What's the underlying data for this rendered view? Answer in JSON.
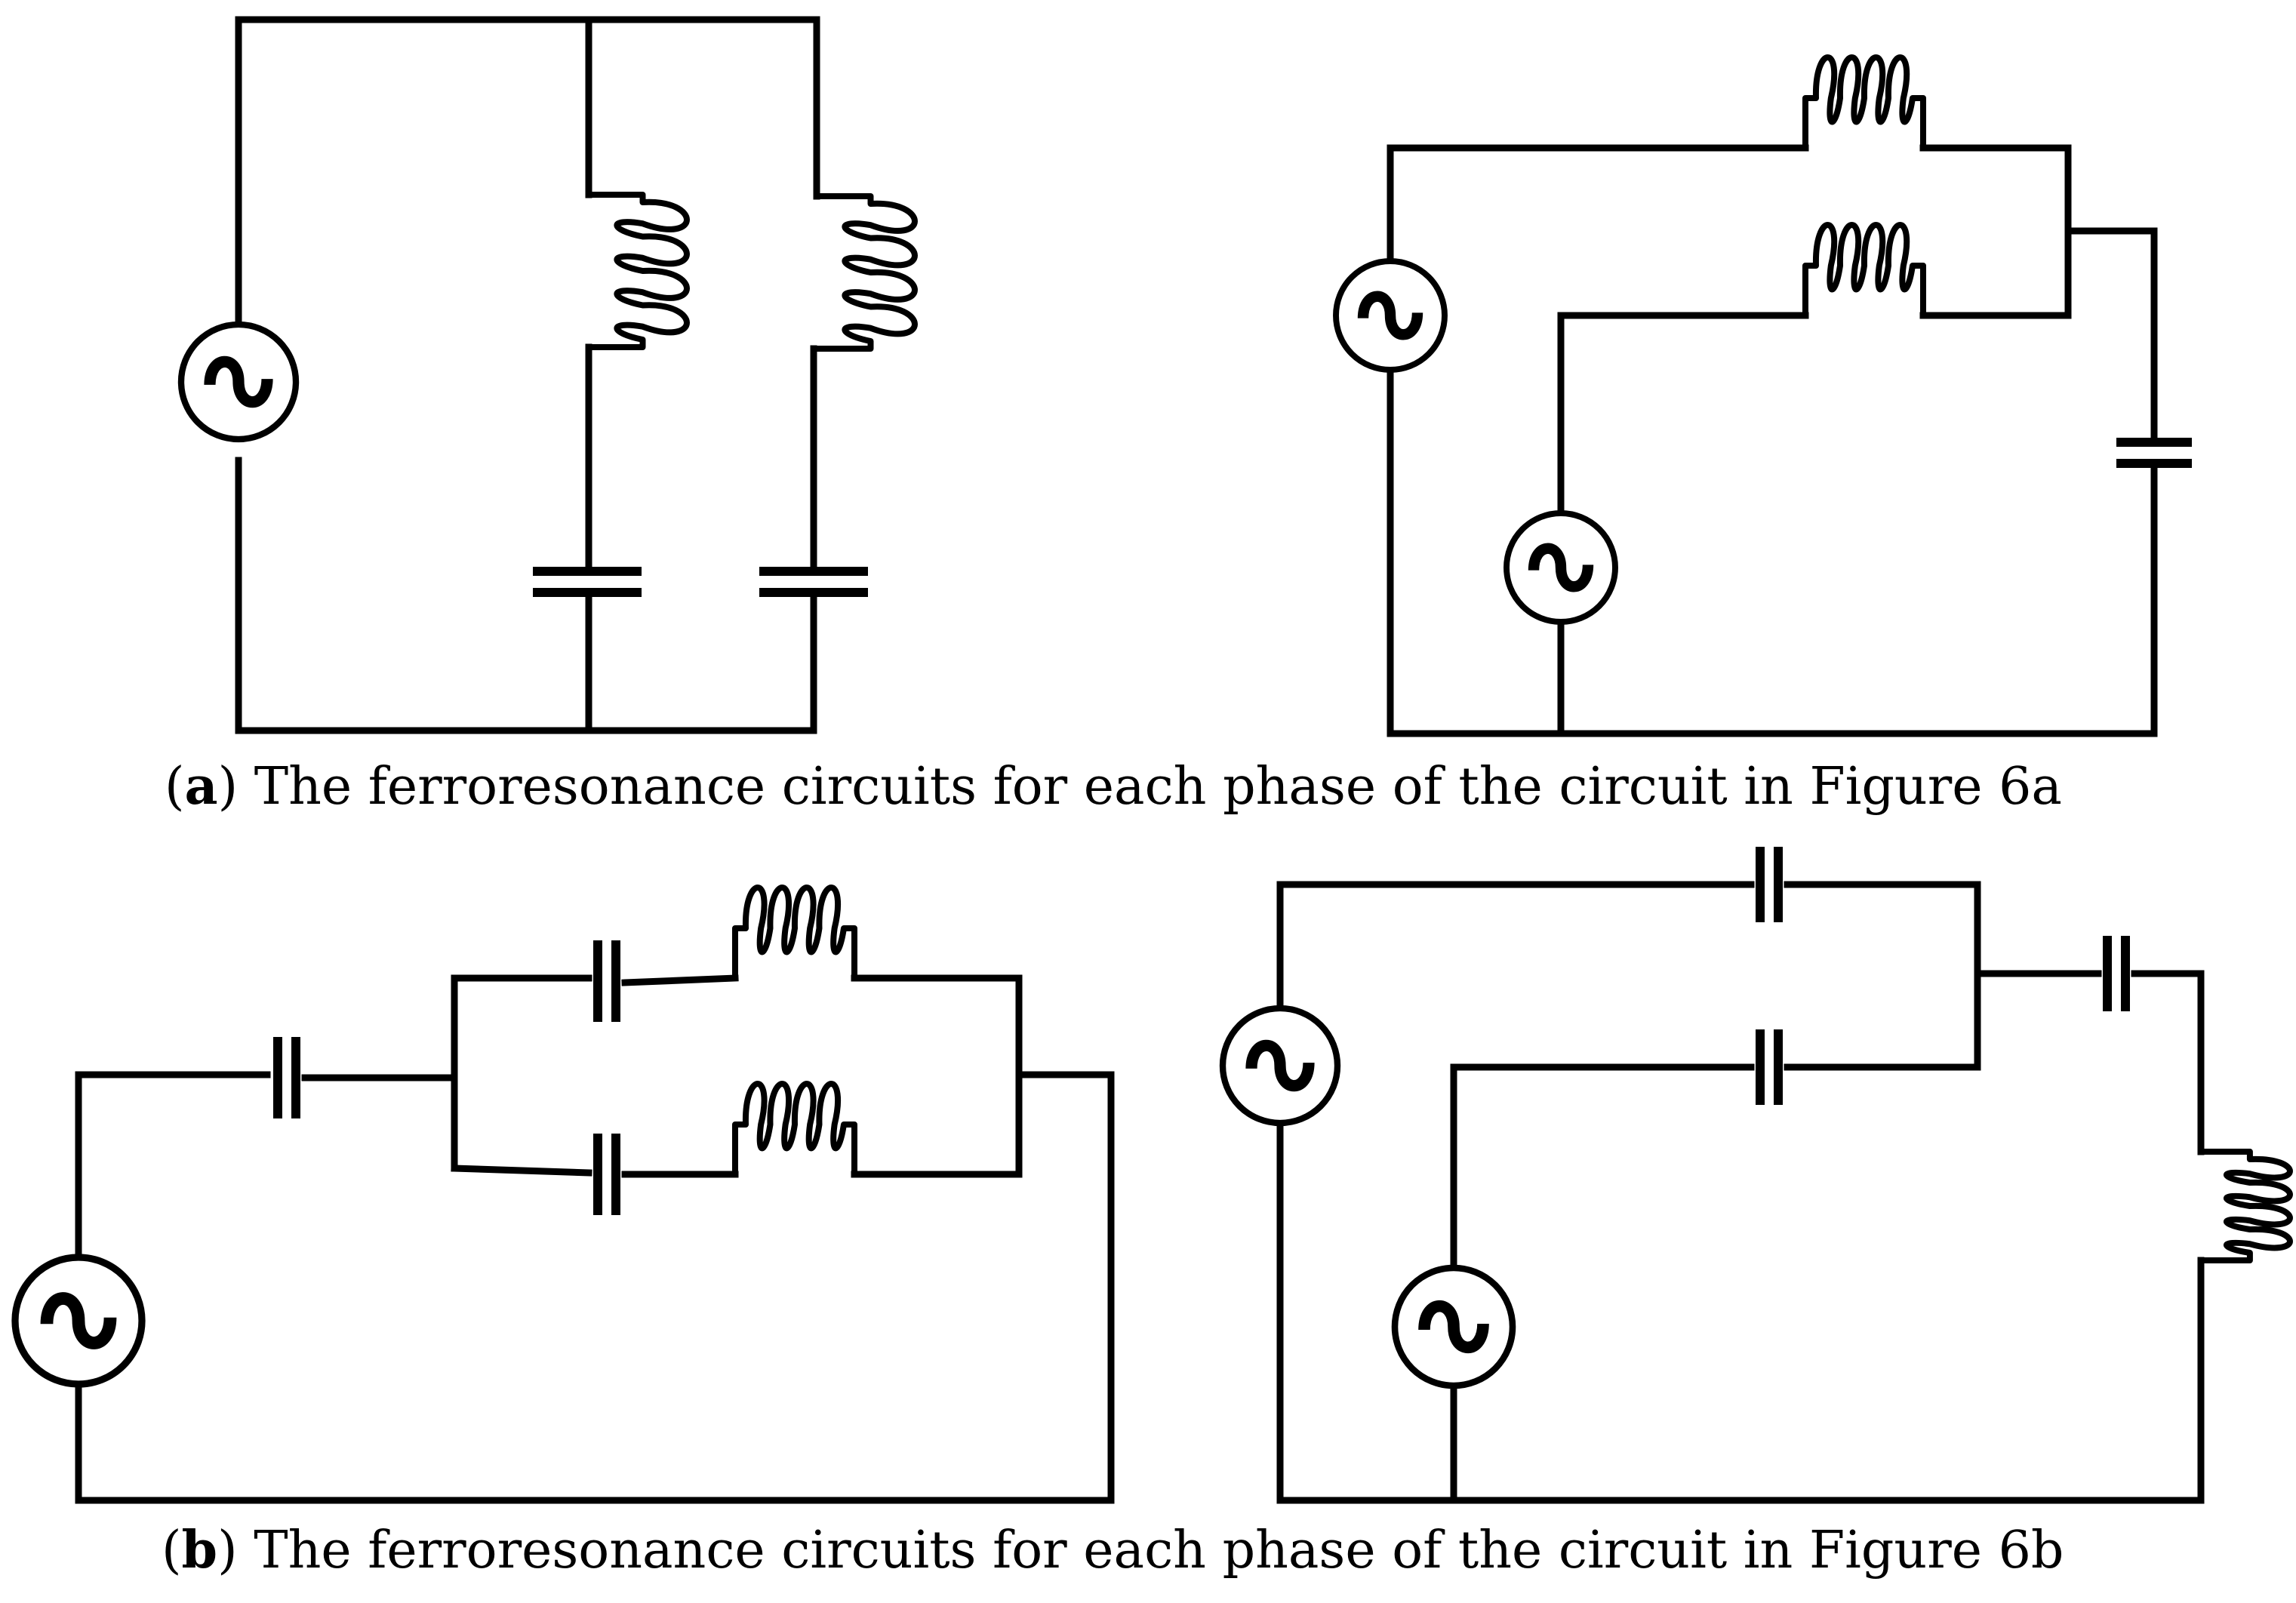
{
  "figure": {
    "panel_a": {
      "letter": "a",
      "caption": "The ferroresonance circuits for each phase of the circuit in Figure 6a"
    },
    "panel_b": {
      "letter": "b",
      "caption": "The ferroresonance circuits for each phase of the circuit in Figure 6b"
    }
  },
  "icons": {
    "source": "ac-voltage-source-icon",
    "capacitor": "capacitor-icon",
    "inductor": "inductor-icon"
  }
}
